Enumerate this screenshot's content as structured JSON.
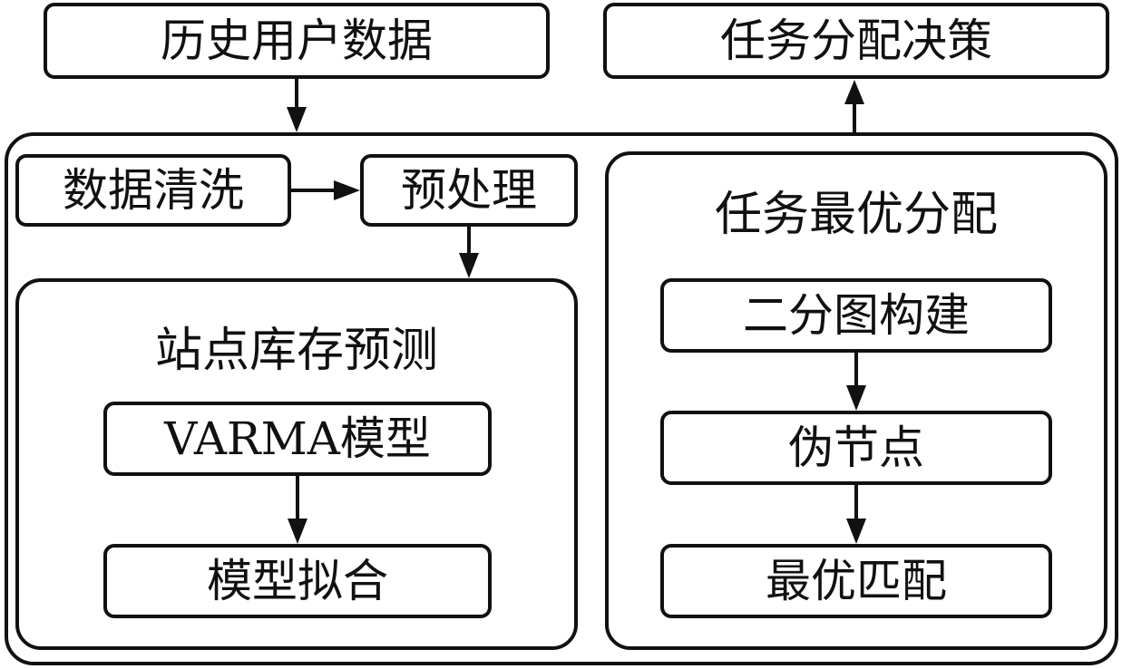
{
  "nodes": {
    "history_data": "历史用户数据",
    "task_decision": "任务分配决策",
    "data_cleaning": "数据清洗",
    "preprocessing": "预处理",
    "varma_model": "VARMA模型",
    "model_fitting": "模型拟合",
    "bipartite_build": "二分图构建",
    "pseudo_node": "伪节点",
    "optimal_match": "最优匹配"
  },
  "groups": {
    "station_forecast": "站点库存预测",
    "task_optimal": "任务最优分配"
  },
  "edges": [
    {
      "from": "history_data",
      "to": "outer_system"
    },
    {
      "from": "outer_system",
      "to": "task_decision"
    },
    {
      "from": "data_cleaning",
      "to": "preprocessing"
    },
    {
      "from": "preprocessing",
      "to": "station_forecast"
    },
    {
      "from": "varma_model",
      "to": "model_fitting"
    },
    {
      "from": "bipartite_build",
      "to": "pseudo_node"
    },
    {
      "from": "pseudo_node",
      "to": "optimal_match"
    }
  ]
}
